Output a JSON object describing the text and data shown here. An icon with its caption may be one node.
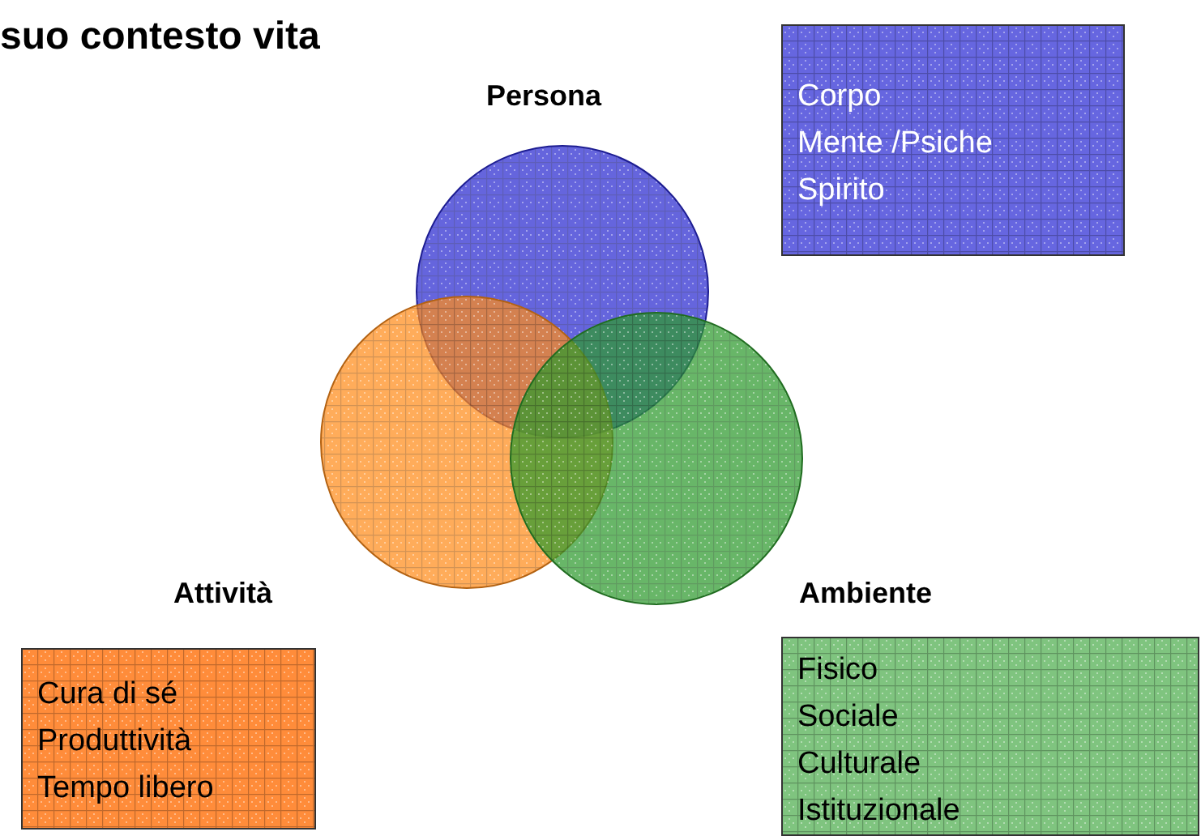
{
  "diagram": {
    "title": "suo contesto vita",
    "nodes": [
      {
        "text": [],
        "shape": "circle",
        "beside": [
          "Persona"
        ]
      },
      {
        "text": [],
        "shape": "circle",
        "beside": [
          "Attività"
        ]
      },
      {
        "text": [],
        "shape": "circle",
        "beside": [
          "Ambiente"
        ]
      },
      {
        "text": [
          "Corpo",
          "Mente /Psiche",
          "Spirito"
        ]
      },
      {
        "text": [
          "Cura di sé",
          "Produttività",
          "Tempo libero"
        ]
      },
      {
        "text": [
          "Fisico",
          "Sociale",
          "Culturale",
          "Istituzionale"
        ]
      }
    ]
  }
}
